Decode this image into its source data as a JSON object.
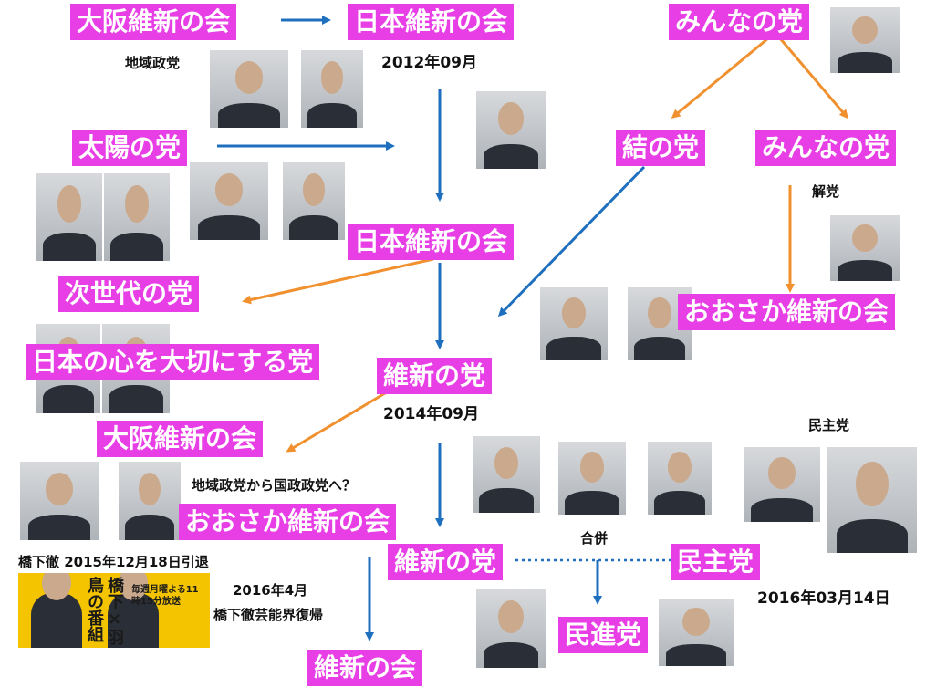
{
  "labels": {
    "osaka_ishin_top": "大阪維新の会",
    "nihon_ishin_top": "日本維新の会",
    "minna_top": "みんなの党",
    "taiyo": "太陽の党",
    "yui": "結の党",
    "minna_mid": "みんなの党",
    "nihon_ishin_mid": "日本維新の会",
    "jisedai": "次世代の党",
    "oosaka_ishin_right": "おおさか維新の会",
    "kokoro": "日本の心を大切にする党",
    "ishin_mid": "維新の党",
    "osaka_ishin_mid": "大阪維新の会",
    "oosaka_ishin_low": "おおさか維新の会",
    "ishin_low": "維新の党",
    "minshu": "民主党",
    "minshin": "民進党",
    "ishin_kai": "維新の会"
  },
  "notes": {
    "chiiki": "地域政党",
    "date_2012": "2012年09月",
    "kaito": "解党",
    "date_2014": "2014年09月",
    "minshu_small": "民主党",
    "chiiki_to_kokusei": "地域政党から国政政党へ？",
    "gappei": "合併",
    "hashimoto_retire": "橋下徹 2015年12月18日引退",
    "date_2016_4": "2016年4月",
    "geinou": "橋下徹芸能界復帰",
    "date_2016_3": "2016年03月14日"
  },
  "banner": {
    "title": "橋下×羽鳥の番組",
    "subtitle": "毎週月曜よる11時15分放送"
  },
  "colors": {
    "label_bg": "#e83ee6",
    "arrow_blue": "#1f6fbf",
    "arrow_orange": "#f0902e"
  }
}
